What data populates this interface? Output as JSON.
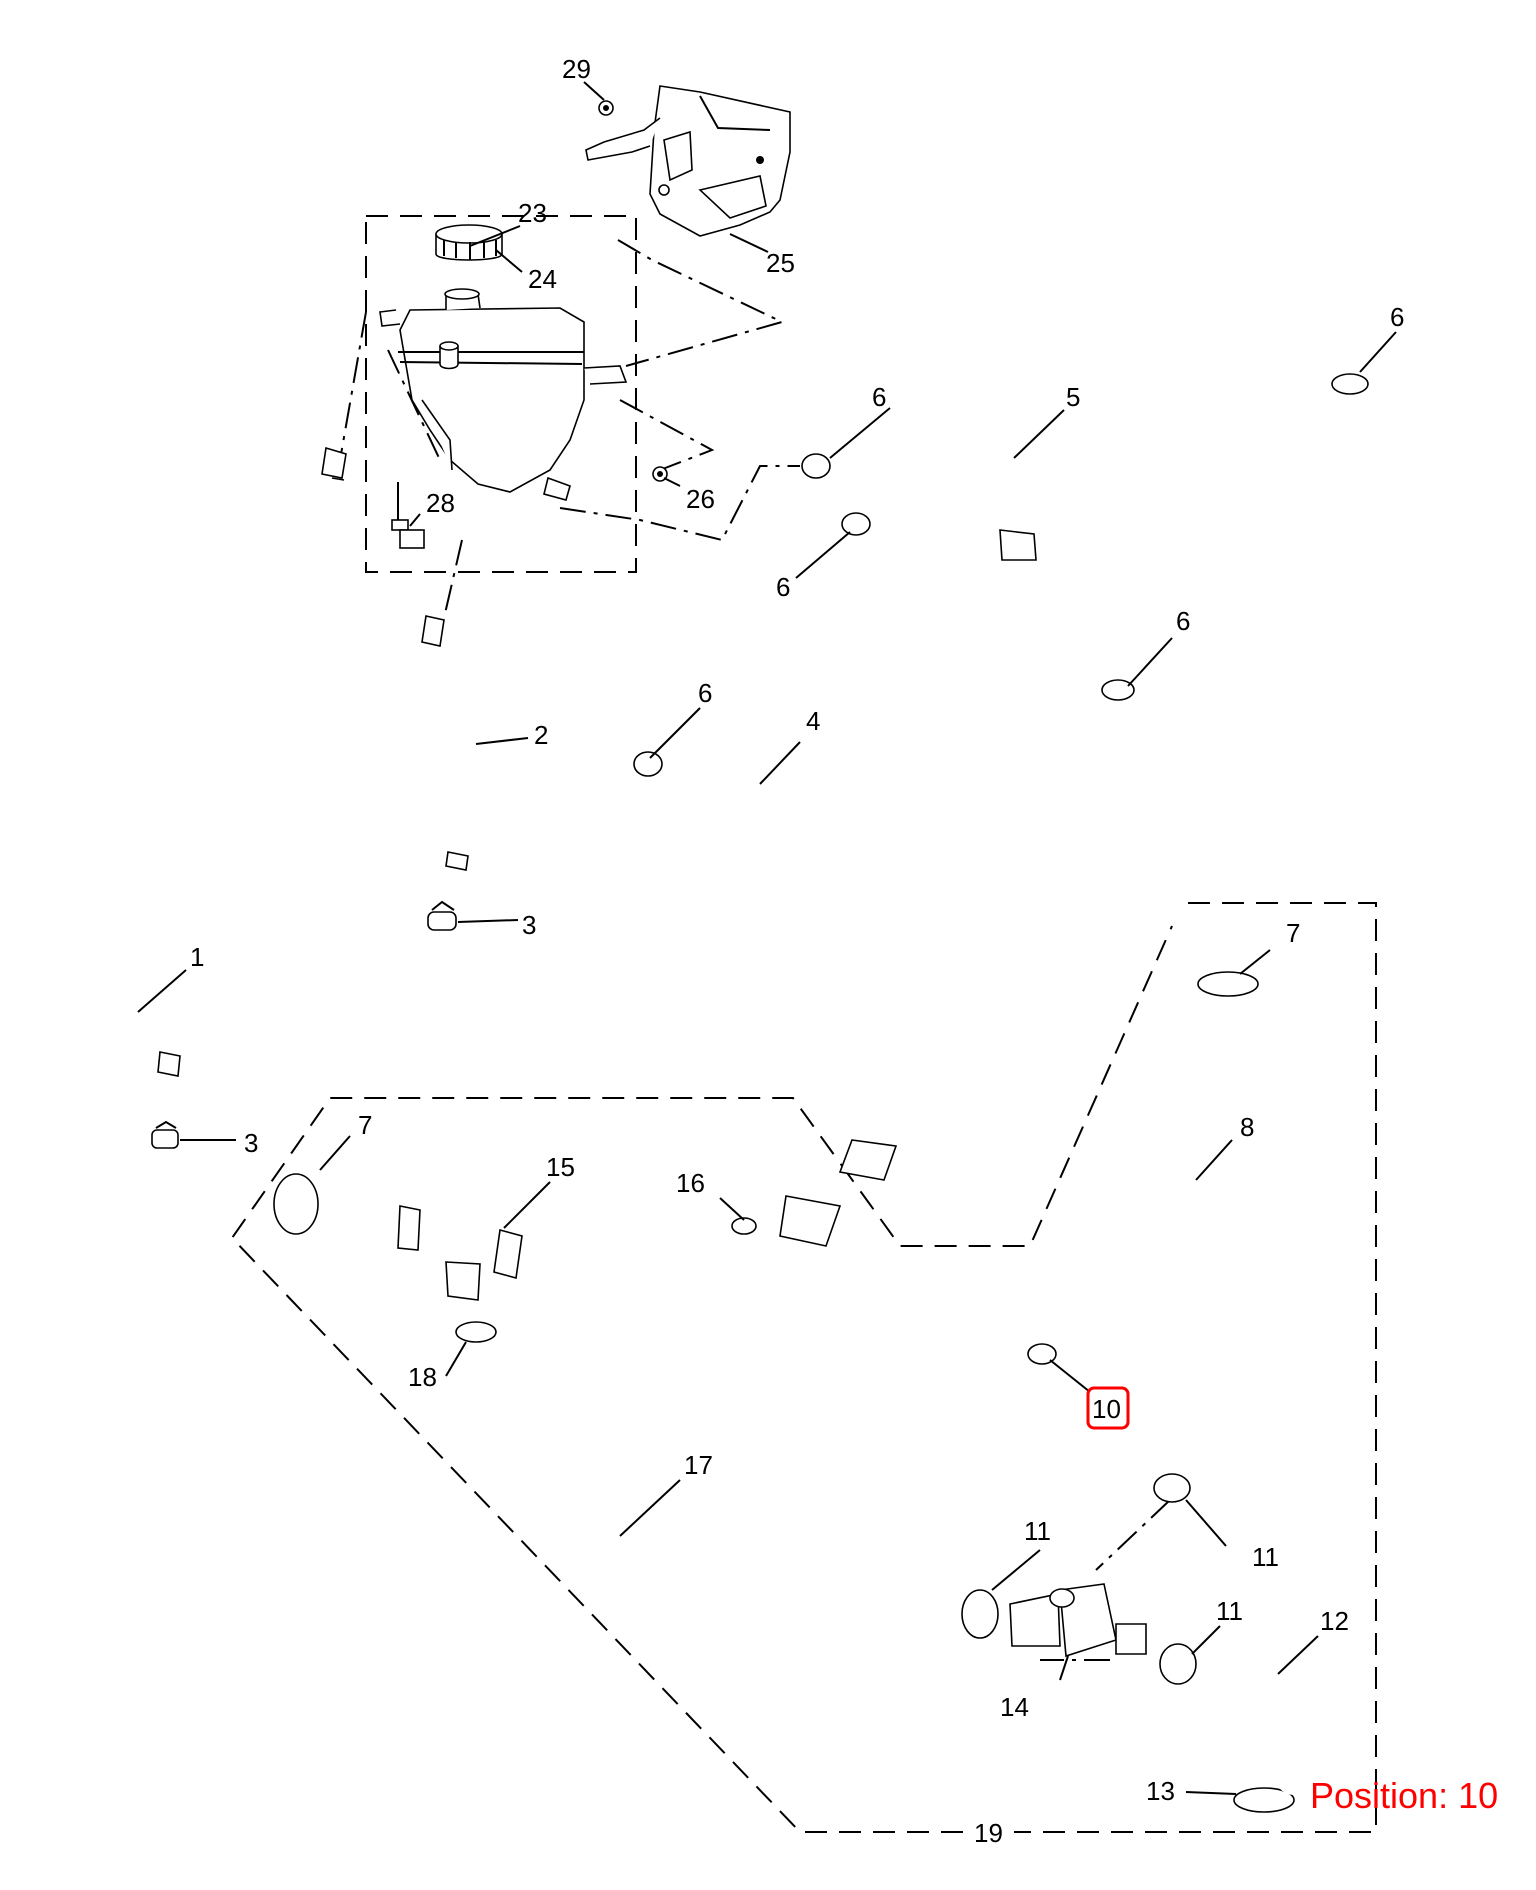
{
  "diagram": {
    "callouts": [
      {
        "id": "c29",
        "text": "29"
      },
      {
        "id": "c23",
        "text": "23"
      },
      {
        "id": "c24",
        "text": "24"
      },
      {
        "id": "c25",
        "text": "25"
      },
      {
        "id": "c6a",
        "text": "6"
      },
      {
        "id": "c6b",
        "text": "6"
      },
      {
        "id": "c6c",
        "text": "6"
      },
      {
        "id": "c6d",
        "text": "6"
      },
      {
        "id": "c6e",
        "text": "6"
      },
      {
        "id": "c5",
        "text": "5"
      },
      {
        "id": "c28",
        "text": "28"
      },
      {
        "id": "c26",
        "text": "26"
      },
      {
        "id": "c2",
        "text": "2"
      },
      {
        "id": "c4",
        "text": "4"
      },
      {
        "id": "c3a",
        "text": "3"
      },
      {
        "id": "c3b",
        "text": "3"
      },
      {
        "id": "c1",
        "text": "1"
      },
      {
        "id": "c7a",
        "text": "7"
      },
      {
        "id": "c7b",
        "text": "7"
      },
      {
        "id": "c8",
        "text": "8"
      },
      {
        "id": "c15",
        "text": "15"
      },
      {
        "id": "c16",
        "text": "16"
      },
      {
        "id": "c18",
        "text": "18"
      },
      {
        "id": "c10",
        "text": "10"
      },
      {
        "id": "c17",
        "text": "17"
      },
      {
        "id": "c11a",
        "text": "11"
      },
      {
        "id": "c11b",
        "text": "11"
      },
      {
        "id": "c11c",
        "text": "11"
      },
      {
        "id": "c12",
        "text": "12"
      },
      {
        "id": "c14",
        "text": "14"
      },
      {
        "id": "c13",
        "text": "13"
      },
      {
        "id": "c19",
        "text": "19"
      }
    ],
    "highlight_callout": "10",
    "highlight_color": "#ff0000",
    "position_label": "Position: 10"
  }
}
